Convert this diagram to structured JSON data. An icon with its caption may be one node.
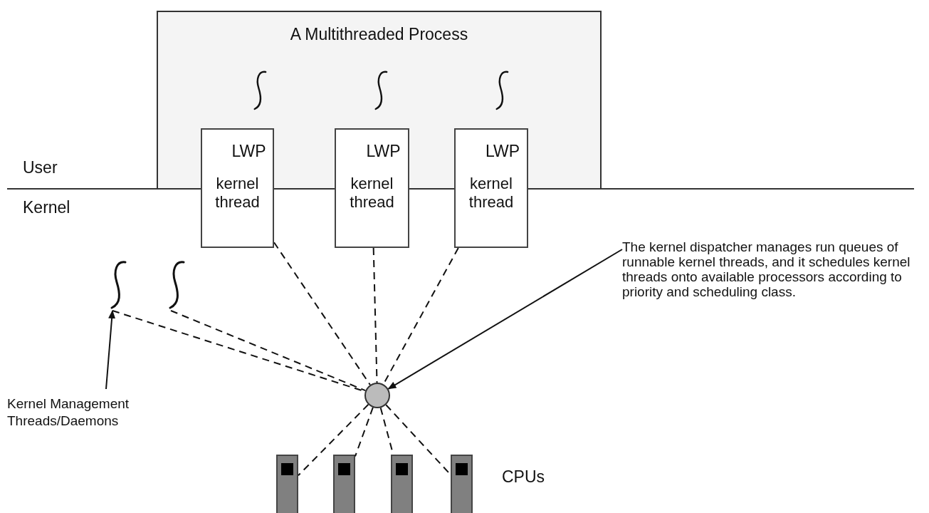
{
  "diagram": {
    "nodes": [
      {
        "text": [
          "A Multithreaded Process"
        ]
      },
      {
        "text": [
          "LWP",
          "kernel thread"
        ]
      },
      {
        "text": [
          "LWP",
          "kernel thread"
        ]
      },
      {
        "text": [
          "LWP",
          "kernel thread"
        ]
      },
      {
        "text": [],
        "shape": "picture"
      },
      {
        "text": [],
        "shape": "picture"
      },
      {
        "text": [
          "The kernel dispatcher manages run queues of runnable kernel threads, and it schedules kernel threads onto available processors according to priority and scheduling class."
        ]
      },
      {
        "text": [],
        "shape": "circle"
      },
      {
        "text": [
          "Kernel Management Threads/Daemons"
        ]
      },
      {
        "text": [],
        "shape": "box"
      },
      {
        "text": [],
        "shape": "box"
      },
      {
        "text": [],
        "shape": "box"
      },
      {
        "text": [],
        "shape": "box"
      }
    ],
    "edges": [
      {
        "from": 1,
        "to": 7,
        "arrow": "none",
        "style": "dashed"
      },
      {
        "from": 2,
        "to": 7,
        "arrow": "none",
        "style": "dashed"
      },
      {
        "from": 3,
        "to": 7,
        "arrow": "none",
        "style": "dashed"
      },
      {
        "from": 4,
        "to": 7,
        "arrow": "none",
        "style": "dashed"
      },
      {
        "from": 5,
        "to": 7,
        "arrow": "none",
        "style": "dashed"
      },
      {
        "from": 6,
        "to": 7,
        "arrow": "to"
      },
      {
        "from": 8,
        "to": 4,
        "arrow": "to"
      },
      {
        "from": 7,
        "to": 9,
        "arrow": "none",
        "style": "dashed"
      },
      {
        "from": 7,
        "to": 10,
        "arrow": "none",
        "style": "dashed"
      },
      {
        "from": 7,
        "to": 11,
        "arrow": "none",
        "style": "dashed"
      },
      {
        "from": 7,
        "to": 12,
        "arrow": "none",
        "style": "dashed"
      }
    ],
    "labels": [
      "User",
      "Kernel",
      "CPUs"
    ]
  }
}
